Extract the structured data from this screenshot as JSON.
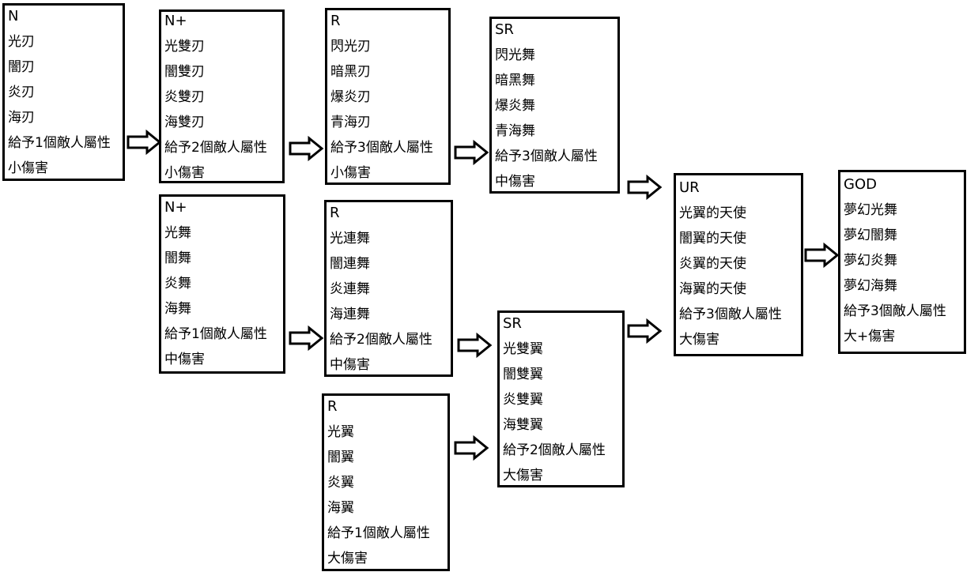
{
  "boxes": [
    {
      "lines": [
        "N",
        "光刃",
        "闇刃",
        "炎刃",
        "海刃",
        "給予1個敵人屬性",
        "小傷害"
      ]
    },
    {
      "lines": [
        "N+",
        "光雙刃",
        "闇雙刃",
        "炎雙刃",
        "海雙刃",
        "給予2個敵人屬性",
        "小傷害"
      ]
    },
    {
      "lines": [
        "R",
        "閃光刃",
        "暗黑刃",
        "爆炎刃",
        "青海刃",
        "給予3個敵人屬性",
        "小傷害"
      ]
    },
    {
      "lines": [
        "SR",
        "閃光舞",
        "暗黑舞",
        "爆炎舞",
        "青海舞",
        "給予3個敵人屬性",
        "中傷害"
      ]
    },
    {
      "lines": [
        "N+",
        "光舞",
        "闇舞",
        "炎舞",
        "海舞",
        "給予1個敵人屬性",
        "中傷害"
      ]
    },
    {
      "lines": [
        "R",
        "光連舞",
        "闇連舞",
        "炎連舞",
        "海連舞",
        "給予2個敵人屬性",
        "中傷害"
      ]
    },
    {
      "lines": [
        "R",
        "光翼",
        "闇翼",
        "炎翼",
        "海翼",
        "給予1個敵人屬性",
        "大傷害"
      ]
    },
    {
      "lines": [
        "SR",
        "光雙翼",
        "闇雙翼",
        "炎雙翼",
        "海雙翼",
        "給予2個敵人屬性",
        "大傷害"
      ]
    },
    {
      "lines": [
        "UR",
        "光翼的天使",
        "闇翼的天使",
        "炎翼的天使",
        "海翼的天使",
        "給予3個敵人屬性",
        "大傷害"
      ]
    },
    {
      "lines": [
        "GOD",
        "夢幻光舞",
        "夢幻闇舞",
        "夢幻炎舞",
        "夢幻海舞",
        "給予3個敵人屬性",
        "大+傷害"
      ]
    }
  ],
  "arrow_count": 9
}
